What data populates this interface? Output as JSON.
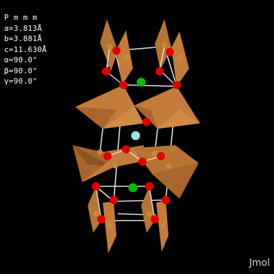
{
  "viewer": {
    "space_group": "P m m m",
    "parameters": [
      "a=3.813Å",
      "b=3.881Å",
      "c=11.630Å",
      "α=90.0°",
      "β=90.0°",
      "γ=90.0°"
    ],
    "brand": "Jmol"
  },
  "colors": {
    "background": "#000000",
    "polyhedron": "#c47c3c",
    "polyhedron_dark": "#8a5420",
    "oxygen": "#e00000",
    "copper": "#c88a3a",
    "barium": "#00c000",
    "yttrium": "#9ae6ee",
    "bond": "#e8e8e8"
  }
}
